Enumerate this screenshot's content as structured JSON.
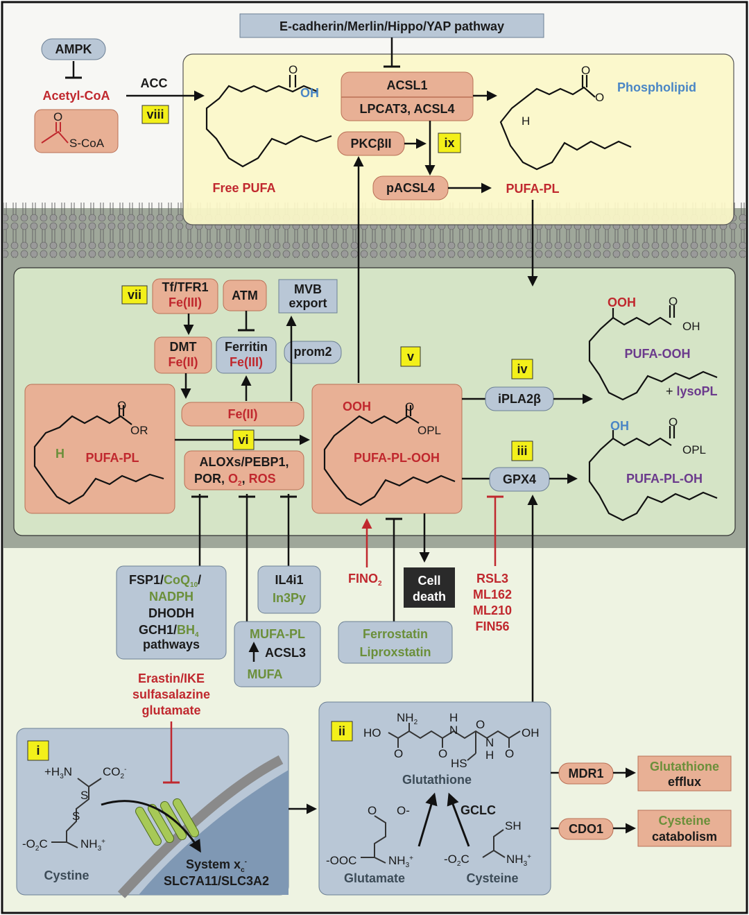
{
  "top_pathway": "E-cadherin/Merlin/Hippo/YAP pathway",
  "ampk": "AMPK",
  "acetyl_coa": "Acetyl-CoA",
  "acc": "ACC",
  "scoa": "S-CoA",
  "roman": {
    "i": "i",
    "ii": "ii",
    "iii": "iii",
    "iv": "iv",
    "v": "v",
    "vi": "vi",
    "vii": "vii",
    "viii": "viii",
    "ix": "ix"
  },
  "acsl1": "ACSL1",
  "lpcat3_acsl4": "LPCAT3, ACSL4",
  "oh": "OH",
  "o": "O",
  "h": "H",
  "phospholipid": "Phospholipid",
  "pkc": "PKCβII",
  "pacsl4": "pACSL4",
  "free_pufa": "Free PUFA",
  "pufa_pl": "PUFA-PL",
  "tf_tfr1": "Tf/TFR1",
  "fe3": "Fe(III)",
  "atm": "ATM",
  "mvb": "MVB",
  "export": "export",
  "dmt": "DMT",
  "fe2": "Fe(II)",
  "ferritin": "Ferritin",
  "prom2": "prom2",
  "fe2_pool": "Fe(II)",
  "ooh": "OOH",
  "opl": "OPL",
  "or": "OR",
  "pufa_pl_ooh": "PUFA-PL-OOH",
  "pufa_ooh": "PUFA-OOH",
  "lysopl_plus": "+ ",
  "lysopl": "lysoPL",
  "ipla2b": "iPLA2β",
  "gpx4": "GPX4",
  "pufa_pl_oh": "PUFA-PL-OH",
  "alox_line1": "ALOXs/PEBP1,",
  "alox_por": "POR, ",
  "alox_o2": "O",
  "alox_o2_sub": "2",
  "alox_comma": ", ",
  "alox_ros": "ROS",
  "fsp1": "FSP1/",
  "coq": "CoQ",
  "coq_sub": "10",
  "slash": "/",
  "nadph": "NADPH",
  "dhodh": "DHODH",
  "gch1": "GCH1/",
  "bh": "BH",
  "bh_sub": "4",
  "pathways": "pathways",
  "il4i1": "IL4i1",
  "in3py": "In3Py",
  "mufa_pl": "MUFA-PL",
  "acsl3": "ACSL3",
  "mufa": "MUFA",
  "fino": "FINO",
  "fino_sub": "2",
  "cell": "Cell",
  "death": "death",
  "rsl3": "RSL3",
  "ml162": "ML162",
  "ml210": "ML210",
  "fin56": "FIN56",
  "ferrostatin": "Ferrostatin",
  "liproxstatin": "Liproxstatin",
  "erastin": "Erastin/IKE",
  "sulfasalazine": "sulfasalazine",
  "glutamate_inh": "glutamate",
  "cystine": "Cystine",
  "system_xc": "System x",
  "system_xc_sub": "c",
  "system_xc_sup": "-",
  "slc": "SLC7A11/SLC3A2",
  "glutathione": "Glutathione",
  "glutamate": "Glutamate",
  "cysteine": "Cysteine",
  "gclc": "GCLC",
  "mdr1": "MDR1",
  "cdo1": "CDO1",
  "glut_efflux1": "Glutathione",
  "glut_efflux2": "efflux",
  "cys_cat1": "Cysteine",
  "cys_cat2": "catabolism",
  "chem": {
    "nh2": "NH",
    "nh2_sub": "2",
    "ho": "HO",
    "hs": "HS",
    "n": "N",
    "h": "H",
    "sh": "SH",
    "s": "S",
    "ooc": "-OOC",
    "o2c": "-O",
    "o2c_sub": "2",
    "c": "C",
    "nh3": "NH",
    "nh3_sub": "3",
    "plus": "+",
    "h3n": "+H",
    "h3n_sub": "3",
    "n_label": "N",
    "co2": "CO",
    "co2_sub": "2",
    "minus": "-",
    "o_minus": "O-"
  },
  "colors": {
    "salmon": "#e8b095",
    "salmon_stroke": "#b96f55",
    "blue_box": "#b9c7d6",
    "blue_stroke": "#6b7f94",
    "yellow_bg": "#fbf8c8",
    "green_bg": "#d5e4c6",
    "lower_bg": "#eef3e2",
    "red": "#c0282e",
    "green_text": "#6b8f3a",
    "purple": "#6b3a8c",
    "roman_fill": "#f3f01a"
  }
}
